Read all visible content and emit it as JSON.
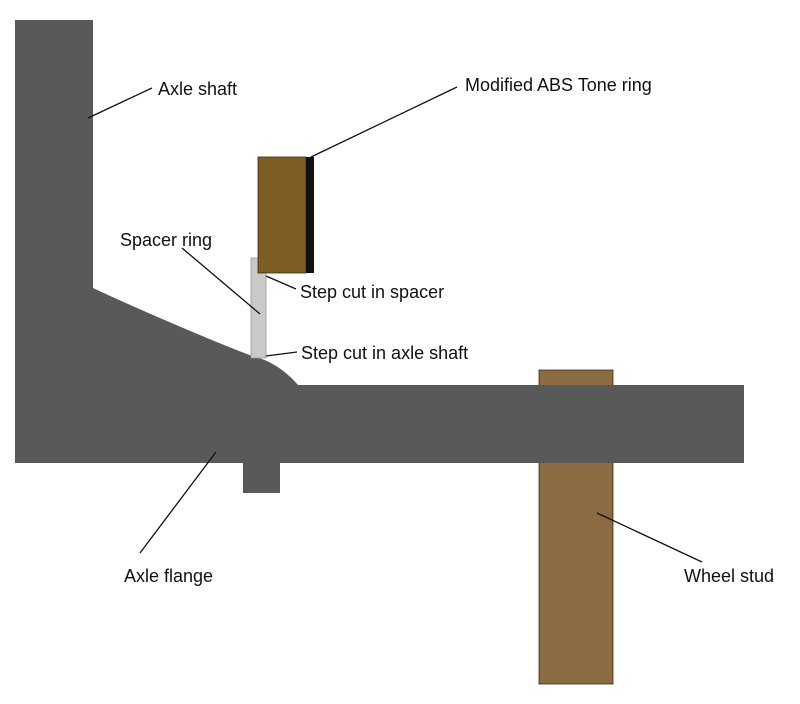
{
  "labels": {
    "axle_shaft": "Axle shaft",
    "tone_ring": "Modified ABS Tone ring",
    "spacer_ring": "Spacer ring",
    "step_cut_spacer": "Step cut in spacer",
    "step_cut_axle": "Step cut in axle shaft",
    "axle_flange": "Axle flange",
    "wheel_stud": "Wheel stud"
  },
  "colors": {
    "axle_gray": "#595959",
    "tone_ring_brown": "#7f5e25",
    "tone_ring_edge": "#111111",
    "spacer_gray": "#c9c9c9",
    "wheel_stud_brown": "#8a6b42",
    "leader_line": "#111111"
  }
}
